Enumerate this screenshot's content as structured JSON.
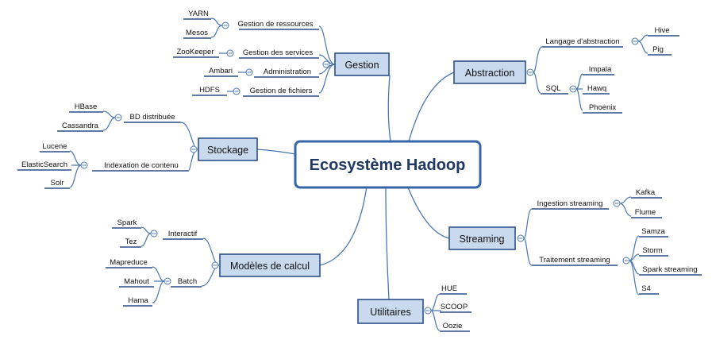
{
  "center": {
    "label": "Ecosystème Hadoop"
  },
  "branches": {
    "gestion": {
      "label": "Gestion",
      "children": {
        "ressources": {
          "label": "Gestion de ressources",
          "items": [
            "YARN",
            "Mesos"
          ]
        },
        "services": {
          "label": "Gestion des services",
          "items": [
            "ZooKeeper"
          ]
        },
        "administration": {
          "label": "Administration",
          "items": [
            "Ambari"
          ]
        },
        "fichiers": {
          "label": "Gestion de fichiers",
          "items": [
            "HDFS"
          ]
        }
      }
    },
    "stockage": {
      "label": "Stockage",
      "children": {
        "bd": {
          "label": "BD distribuée",
          "items": [
            "HBase",
            "Cassandra"
          ]
        },
        "indexation": {
          "label": "Indexation de contenu",
          "items": [
            "Lucene",
            "ElasticSearch",
            "Solr"
          ]
        }
      }
    },
    "calcul": {
      "label": "Modèles de calcul",
      "children": {
        "interactif": {
          "label": "Interactif",
          "items": [
            "Spark",
            "Tez"
          ]
        },
        "batch": {
          "label": "Batch",
          "items": [
            "Mapreduce",
            "Mahout",
            "Hama"
          ]
        }
      }
    },
    "utilitaires": {
      "label": "Utilitaires",
      "items": [
        "HUE",
        "SCOOP",
        "Oozie"
      ]
    },
    "abstraction": {
      "label": "Abstraction",
      "children": {
        "langage": {
          "label": "Langage d'abstraction",
          "items": [
            "Hive",
            "Pig"
          ]
        },
        "sql": {
          "label": "SQL",
          "items": [
            "Impala",
            "Hawq",
            "Phoenix"
          ]
        }
      }
    },
    "streaming": {
      "label": "Streaming",
      "children": {
        "ingestion": {
          "label": "Ingestion streaming",
          "items": [
            "Kafka",
            "Flume"
          ]
        },
        "traitement": {
          "label": "Traitement streaming",
          "items": [
            "Samza",
            "Storm",
            "Spark streaming",
            "S4"
          ]
        }
      }
    }
  },
  "colors": {
    "node_fill": "#c9d9ee",
    "node_border": "#2c4f8a",
    "center_fill": "#ffffff",
    "center_border": "#3567a8",
    "center_text": "#1f3864",
    "connector": "#4a77b2"
  },
  "icons": {
    "collapse_toggle": "minus-circle-icon"
  }
}
